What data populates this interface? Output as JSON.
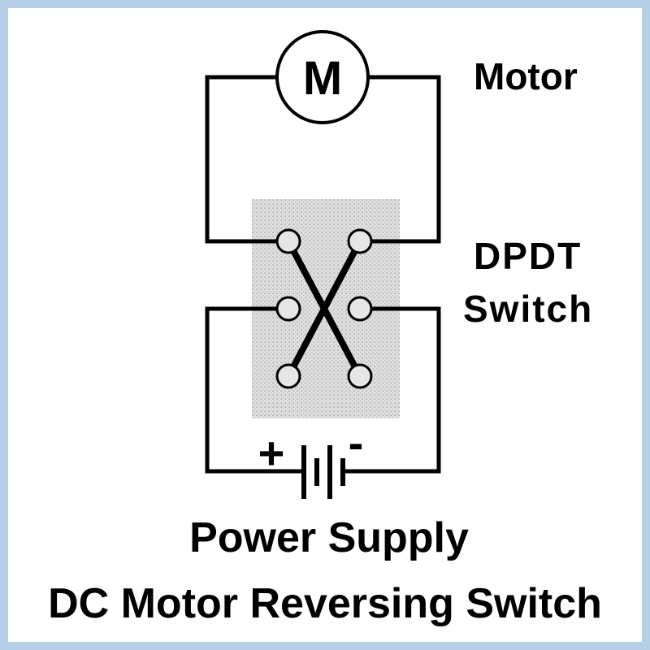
{
  "diagram": {
    "title": "DC Motor Reversing Switch",
    "labels": {
      "motor_symbol": "M",
      "motor": "Motor",
      "switch_line1": "DPDT",
      "switch_line2": "Switch",
      "power_supply": "Power Supply",
      "battery_positive": "+",
      "battery_negative": "-"
    },
    "colors": {
      "border": "#b5cfe7",
      "title": "#2222bb",
      "wire": "#000000",
      "switch_body": "#e0e0e0",
      "switch_speckle": "#a8a8a8"
    }
  }
}
